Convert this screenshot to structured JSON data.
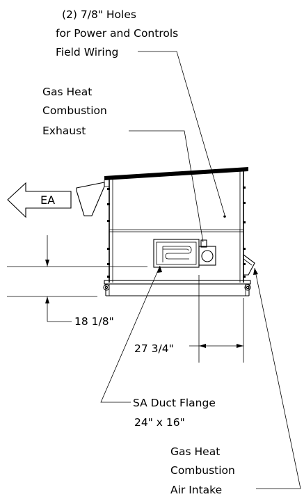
{
  "labels": {
    "wiring_line1": "(2) 7/8\" Holes",
    "wiring_line2": "for Power and Controls",
    "wiring_line3": "Field Wiring",
    "exhaust_line1": "Gas Heat",
    "exhaust_line2": "Combustion",
    "exhaust_line3": "Exhaust",
    "ea": "EA",
    "dim_height": "18 1/8\"",
    "dim_width": "27 3/4\"",
    "duct_line1": "SA Duct Flange",
    "duct_line2": "24\" x 16\"",
    "intake_line1": "Gas Heat",
    "intake_line2": "Combustion",
    "intake_line3": "Air Intake"
  },
  "colors": {
    "line": "#000000",
    "background": "#ffffff"
  }
}
